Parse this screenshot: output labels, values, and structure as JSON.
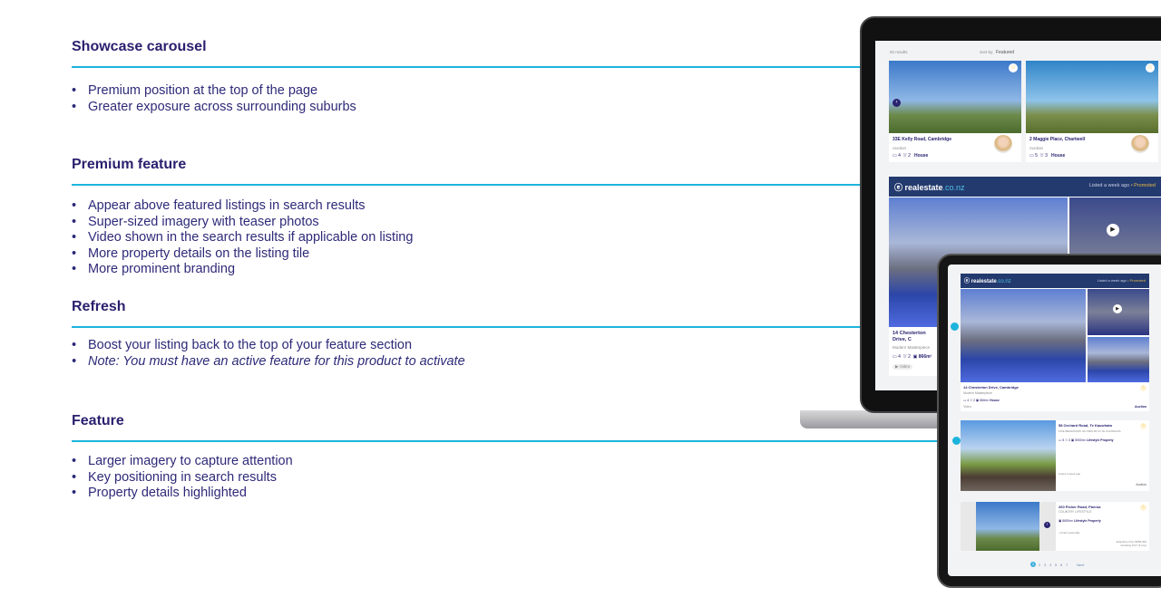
{
  "sections": [
    {
      "title": "Showcase carousel",
      "bullets": [
        "Premium position at the top of the page",
        "Greater exposure across surrounding suburbs"
      ]
    },
    {
      "title": "Premium feature",
      "bullets": [
        "Appear above featured listings in search results",
        "Super-sized imagery with teaser photos",
        "Video shown in the search results if applicable on listing",
        "More property details on the listing tile",
        "More prominent branding"
      ]
    },
    {
      "title": "Refresh",
      "bullets": [
        "Boost your listing back to the top of your feature section"
      ],
      "note": "Note: You must have an active feature for this product to activate"
    },
    {
      "title": "Feature",
      "bullets": [
        "Larger imagery to capture attention",
        "Key positioning in search results",
        "Property details highlighted"
      ]
    }
  ],
  "accent_color": "#1cb4dc",
  "laptop": {
    "results": "92 results",
    "sort_label": "Sort by:",
    "sort_value": "Featured",
    "carousel": [
      {
        "address": "33E Kelly Road, Cambridge",
        "method": "Auction",
        "beds": "4",
        "baths": "2",
        "type": "House"
      },
      {
        "address": "2 Maggie Place, Chartwell",
        "method": "Auction",
        "beds": "5",
        "baths": "3",
        "type": "House"
      }
    ],
    "premium": {
      "brand": "realestate",
      "brand_suffix": ".co.nz",
      "listed": "Listed a week ago",
      "promoted": "• Promoted",
      "address": "14 Chesterton Drive, C",
      "headline": "Modern Masterpiece",
      "beds": "4",
      "baths": "2",
      "area": "866m²",
      "video": "Video"
    }
  },
  "tablet": {
    "premium": {
      "brand": "realestate",
      "brand_suffix": ".co.nz",
      "listed": "Listed a week ago",
      "promoted": "• Promoted",
      "address": "14 Chesterton Drive, Cambridge",
      "headline": "Modern Masterpiece",
      "beds": "4",
      "baths": "2",
      "area": "866m²",
      "type": "House",
      "video": "Video",
      "method": "Auction"
    },
    "feature": {
      "address": "58 Orchard Road, Te Kauwhata",
      "headline": "FIVE BEDROOMS ON 5000 M2 IN TE KAUWHATA",
      "beds": "5",
      "baths": "3",
      "area": "5000m²",
      "type": "Lifestyle Property",
      "listed": "Listed a week ago",
      "method": "Auction"
    },
    "standard": {
      "address": "260 Fisher Road, Paeroa",
      "headline": "COUNTRY LIFESTYLE",
      "area": "8650m²",
      "type": "Lifestyle Property",
      "listed": "• Listed yesterday",
      "price": "Enquiries Over $685,000 including GST (if any)"
    },
    "pagination": [
      "1",
      "2",
      "3",
      "4",
      "5",
      "6",
      "7",
      "Next"
    ]
  }
}
